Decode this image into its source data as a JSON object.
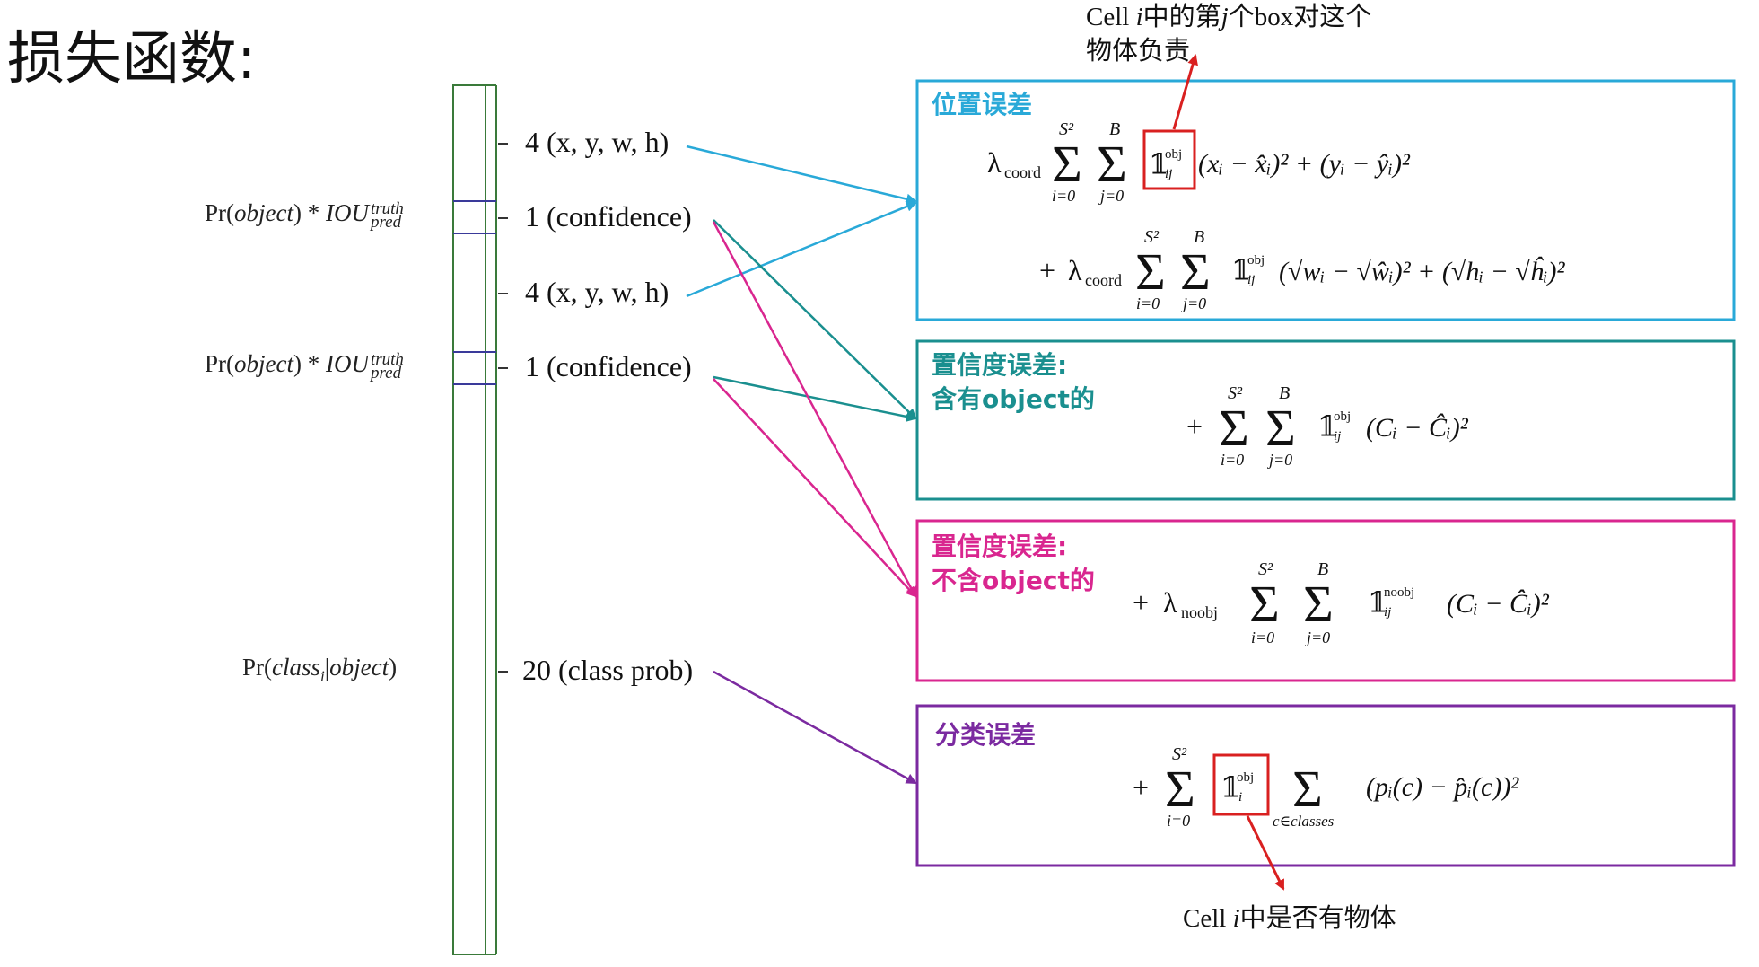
{
  "title": "损失函数:",
  "annotation_top": {
    "line1_pre": "Cell ",
    "line1_i": "i",
    "line1_mid": "中的第",
    "line1_j": "j",
    "line1_post": "个box对这个",
    "line2": "物体负责"
  },
  "annotation_bottom": {
    "pre": "Cell ",
    "i": "i",
    "post": "中是否有物体"
  },
  "vector_labels": [
    "4 (x, y, w, h)",
    "1 (confidence)",
    "4 (x, y, w, h)",
    "1 (confidence)",
    "20 (class prob)"
  ],
  "pr_labels": {
    "pr": "Pr(",
    "object": "object",
    "mid": ") * ",
    "iou": "IOU",
    "truth": "truth",
    "pred": "pred",
    "class_pr": "Pr(",
    "class": "class",
    "class_i": "i",
    "class_bar": "|",
    "class_object": "object",
    "class_close": ")"
  },
  "boxes": [
    {
      "title": [
        "位置误差"
      ],
      "color": "#29a9d8"
    },
    {
      "title": [
        "置信度误差:",
        "含有object的"
      ],
      "color": "#1a8f8f"
    },
    {
      "title": [
        "置信度误差:",
        "不含object的"
      ],
      "color": "#d9268f"
    },
    {
      "title": [
        "分类误差"
      ],
      "color": "#7b2aa0"
    }
  ],
  "formulas": {
    "f1a": "λcoord ΣΣ 𝟙 obj ij (xi − x̂i)² + (yi − ŷi)²",
    "f1b": "+ λcoord ΣΣ 𝟙 obj ij (√wi − √ŵi)² + (√hi − √ĥi)²",
    "f2": "+ ΣΣ 𝟙 obj ij (Ci − Ĉi)²",
    "f3": "+ λnoobj ΣΣ 𝟙 noobj ij (Ci − Ĉi)²",
    "f4": "+ Σ 𝟙 obj i Σ (pi(c) − p̂i(c))²",
    "sum_top_s2": "S",
    "sum_top_exp": "2",
    "sum_top_b": "B",
    "sum_bottom_i": "i=0",
    "sum_bottom_j": "j=0",
    "sum_bottom_c": "c∈classes",
    "lambda": "λ",
    "coord": "coord",
    "noobj": "noobj",
    "obj": "obj",
    "ij": "ij",
    "i": "i",
    "indicator": "𝟙",
    "plus": "+"
  },
  "colors": {
    "cyan": "#29a9d8",
    "teal": "#1a8f8f",
    "magenta": "#d9268f",
    "purple": "#7b2aa0",
    "red": "#d92020",
    "green": "#3a7a3a",
    "navy": "#3a3a9a"
  }
}
